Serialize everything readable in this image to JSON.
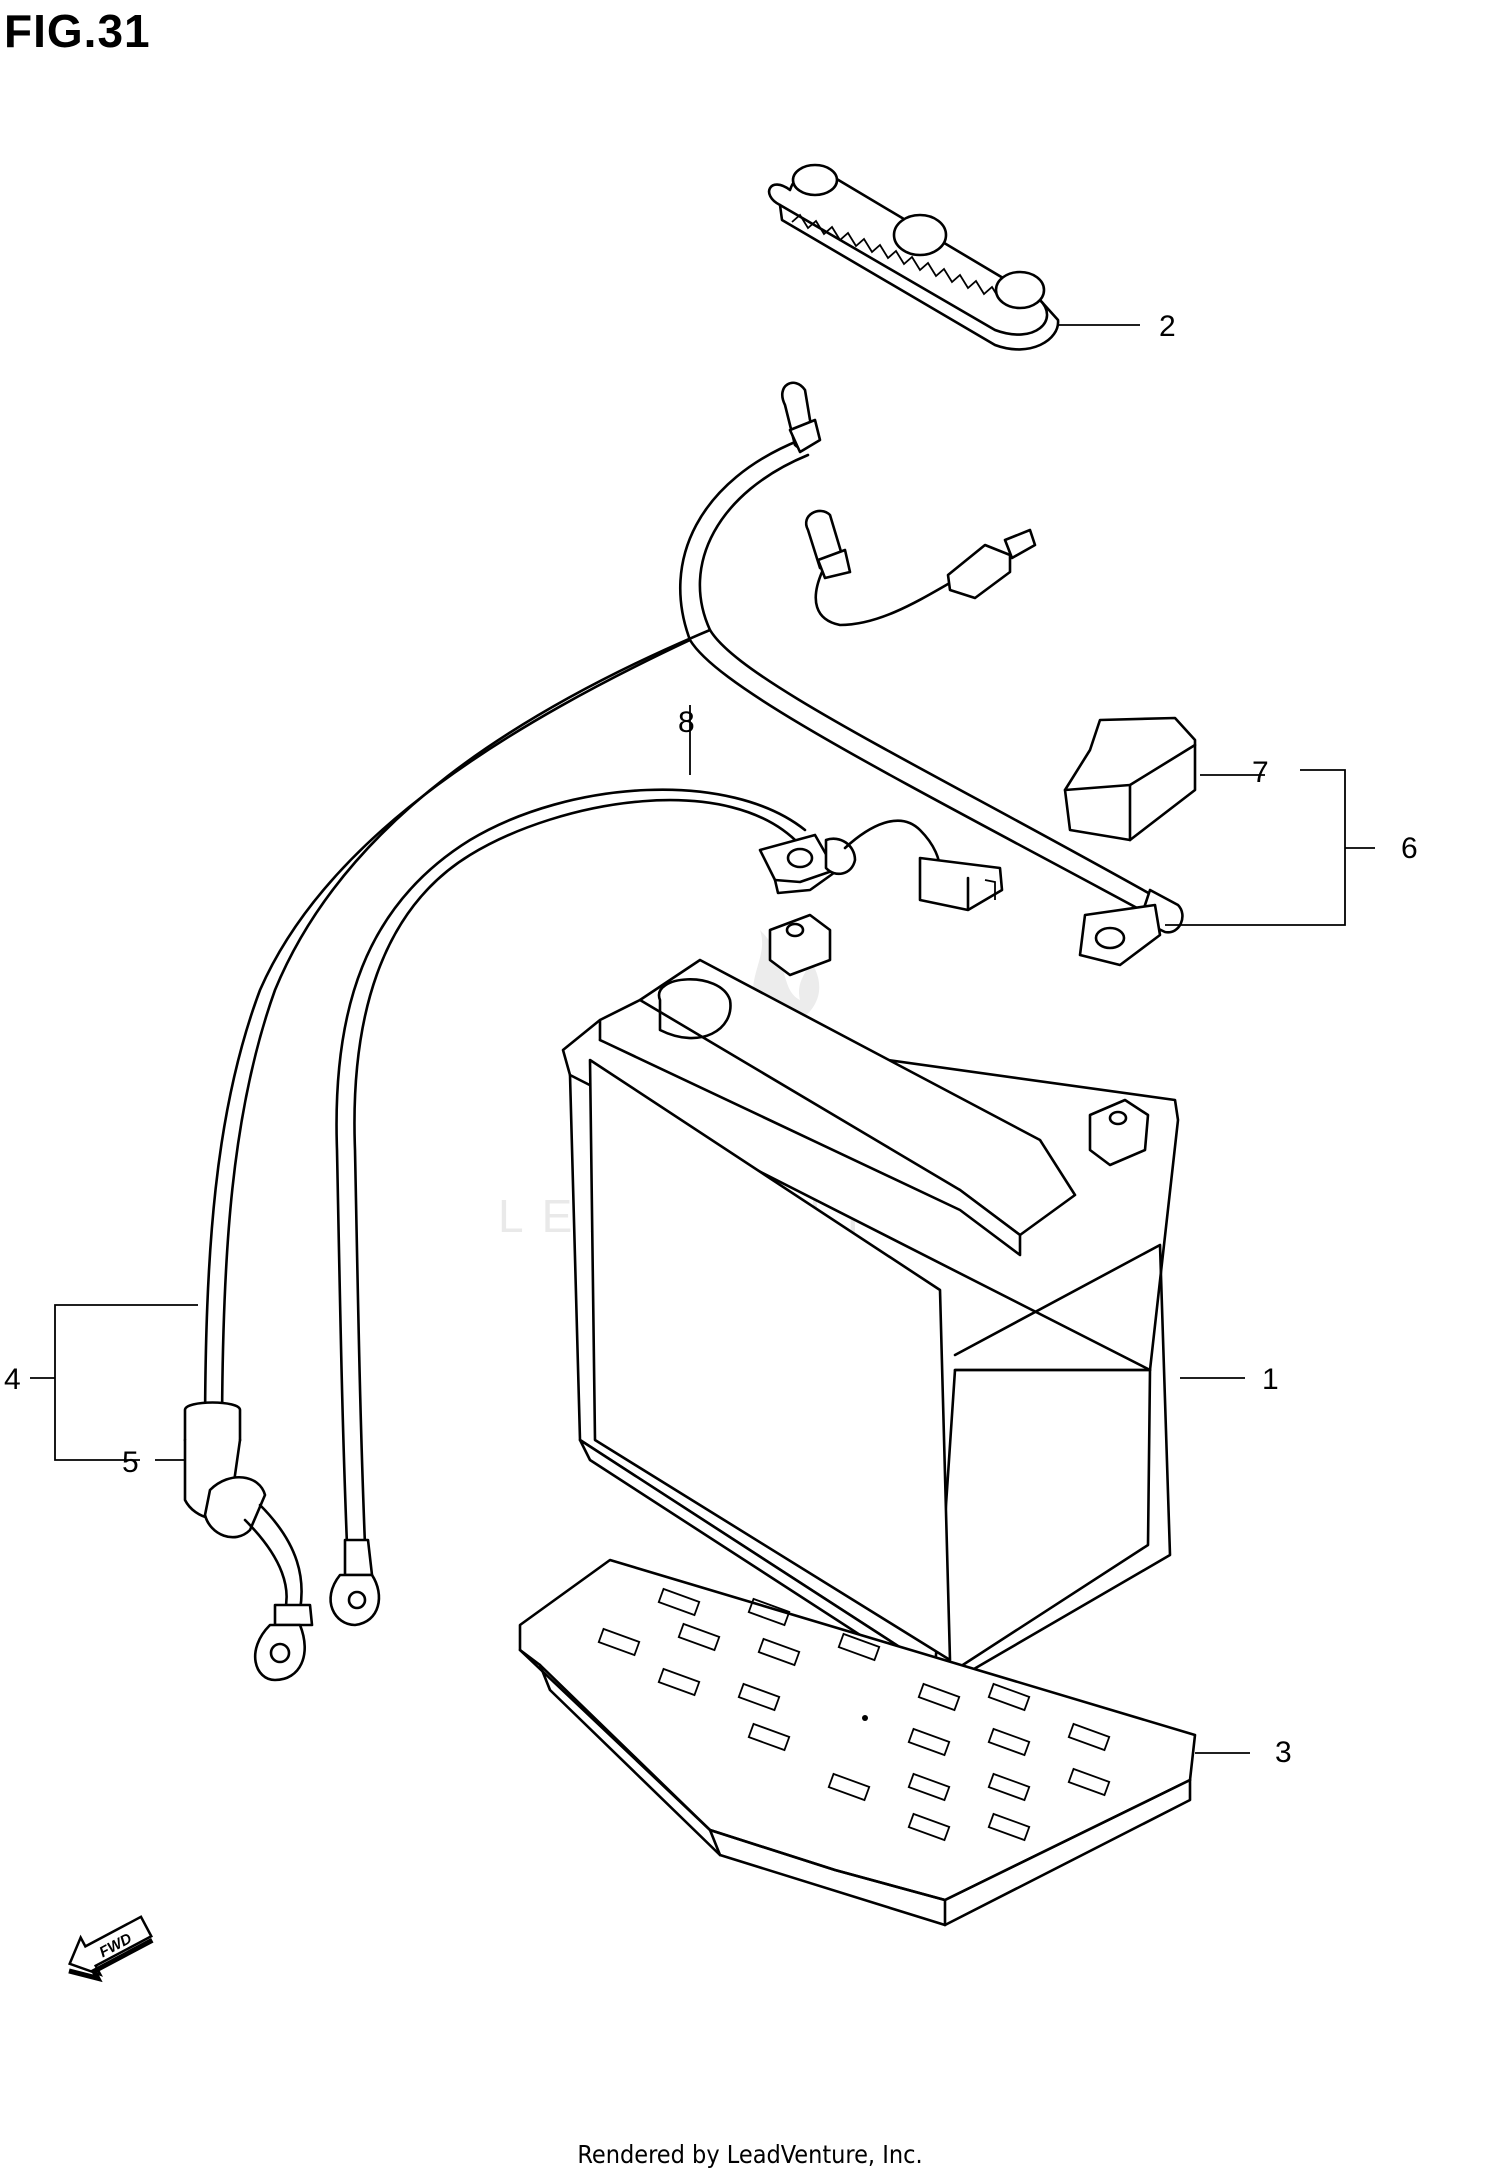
{
  "figure": {
    "title": "FIG.31"
  },
  "watermark": {
    "text": "LEADVENTURE"
  },
  "direction_marker": {
    "label": "FWD",
    "icon": "fwd-arrow-icon"
  },
  "callouts": [
    {
      "id": "1",
      "label": "1"
    },
    {
      "id": "2",
      "label": "2"
    },
    {
      "id": "3",
      "label": "3"
    },
    {
      "id": "4",
      "label": "4"
    },
    {
      "id": "5",
      "label": "5"
    },
    {
      "id": "6",
      "label": "6"
    },
    {
      "id": "7",
      "label": "7"
    },
    {
      "id": "8",
      "label": "8"
    }
  ],
  "footer": {
    "text": "Rendered by LeadVenture, Inc."
  }
}
